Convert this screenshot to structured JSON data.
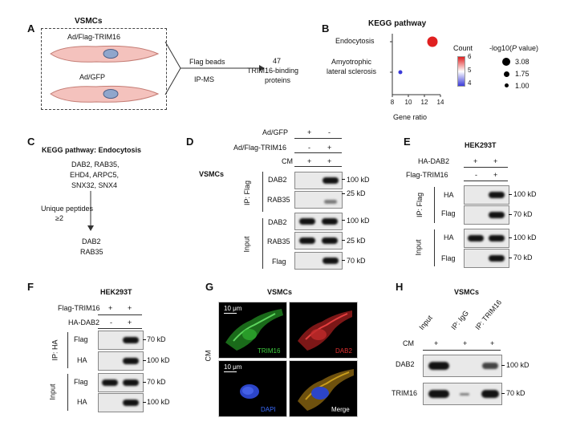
{
  "panels": {
    "A": "A",
    "B": "B",
    "C": "C",
    "D": "D",
    "E": "E",
    "F": "F",
    "G": "G",
    "H": "H"
  },
  "panelA": {
    "title": "VSMCs",
    "top_construct": "Ad/Flag-TRIM16",
    "bottom_construct": "Ad/GFP",
    "step1": "Flag beads",
    "step2": "IP-MS",
    "result_count": "47",
    "result_line1": "TRIM16-binding",
    "result_line2": "proteins"
  },
  "panelB": {
    "title": "KEGG pathway",
    "xlabel": "Gene ratio",
    "legend_count_title": "Count",
    "legend_p_title_prefix": "-log10(",
    "legend_p_title_italic": "P",
    "legend_p_title_suffix": " value)",
    "colorbar_ticks": [
      "6",
      "5",
      "4"
    ],
    "size_legend": [
      "3.08",
      "1.75",
      "1.00"
    ],
    "row1": "Endocytosis",
    "row2_line1": "Amyotrophic",
    "row2_line2": "lateral sclerosis"
  },
  "chart_data": {
    "type": "scatter",
    "title": "KEGG pathway",
    "xlabel": "Gene ratio",
    "ylabel": "",
    "xlim": [
      8,
      14
    ],
    "xticks": [
      "8",
      "10",
      "12",
      "14"
    ],
    "categories": [
      "Endocytosis",
      "Amyotrophic lateral sclerosis"
    ],
    "x": [
      13,
      9
    ],
    "count": [
      6,
      4
    ],
    "neg_log10_p": [
      3.08,
      1.0
    ],
    "color_low": "#3b3bd9",
    "color_mid": "#ffffff",
    "color_high": "#e02020"
  },
  "panelC": {
    "title": "KEGG pathway: Endocytosis",
    "genes_line1": "DAB2, RAB35,",
    "genes_line2": "EHD4, ARPC5,",
    "genes_line3": "SNX32, SNX4",
    "filter_line1": "Unique peptides",
    "filter_line2": "≥2",
    "final_line1": "DAB2",
    "final_line2": "RAB35"
  },
  "panelD": {
    "cell": "VSMCs",
    "cond1": "Ad/GFP",
    "cond2": "Ad/Flag-TRIM16",
    "cond3": "CM",
    "cond1_vals": [
      "+",
      "-"
    ],
    "cond2_vals": [
      "-",
      "+"
    ],
    "cond3_vals": [
      "+",
      "+"
    ],
    "group1": "IP: Flag",
    "group2": "Input",
    "rows": [
      "DAB2",
      "RAB35",
      "DAB2",
      "RAB35",
      "Flag"
    ],
    "mw": [
      "100 kD",
      "25 kD",
      "100 kD",
      "25 kD",
      "70 kD"
    ]
  },
  "panelE": {
    "cell": "HEK293T",
    "cond1": "HA-DAB2",
    "cond2": "Flag-TRIM16",
    "cond1_vals": [
      "+",
      "+"
    ],
    "cond2_vals": [
      "-",
      "+"
    ],
    "group1": "IP: Flag",
    "group2": "Input",
    "rows": [
      "HA",
      "Flag",
      "HA",
      "Flag"
    ],
    "mw": [
      "100 kD",
      "70 kD",
      "100 kD",
      "70 kD"
    ]
  },
  "panelF": {
    "cell": "HEK293T",
    "cond1": "Flag-TRIM16",
    "cond2": "HA-DAB2",
    "cond1_vals": [
      "+",
      "+"
    ],
    "cond2_vals": [
      "-",
      "+"
    ],
    "group1": "IP: HA",
    "group2": "Input",
    "rows": [
      "Flag",
      "HA",
      "Flag",
      "HA"
    ],
    "mw": [
      "70 kD",
      "100 kD",
      "70 kD",
      "100 kD"
    ]
  },
  "panelG": {
    "cell": "VSMCs",
    "side": "CM",
    "scale": "10 μm",
    "ch1": "TRIM16",
    "ch2": "DAB2",
    "ch3": "DAPI",
    "ch4": "Merge",
    "ch1_color": "#3fcf3f",
    "ch2_color": "#e03030",
    "ch3_color": "#3a6bff",
    "ch4_color": "#ffffff"
  },
  "panelH": {
    "cell": "VSMCs",
    "lanes": [
      "Input",
      "IP: IgG",
      "IP: TRIM16"
    ],
    "cm": "CM",
    "cm_vals": [
      "+",
      "+",
      "+"
    ],
    "rows": [
      "DAB2",
      "TRIM16"
    ],
    "mw": [
      "100 kD",
      "70 kD"
    ]
  }
}
